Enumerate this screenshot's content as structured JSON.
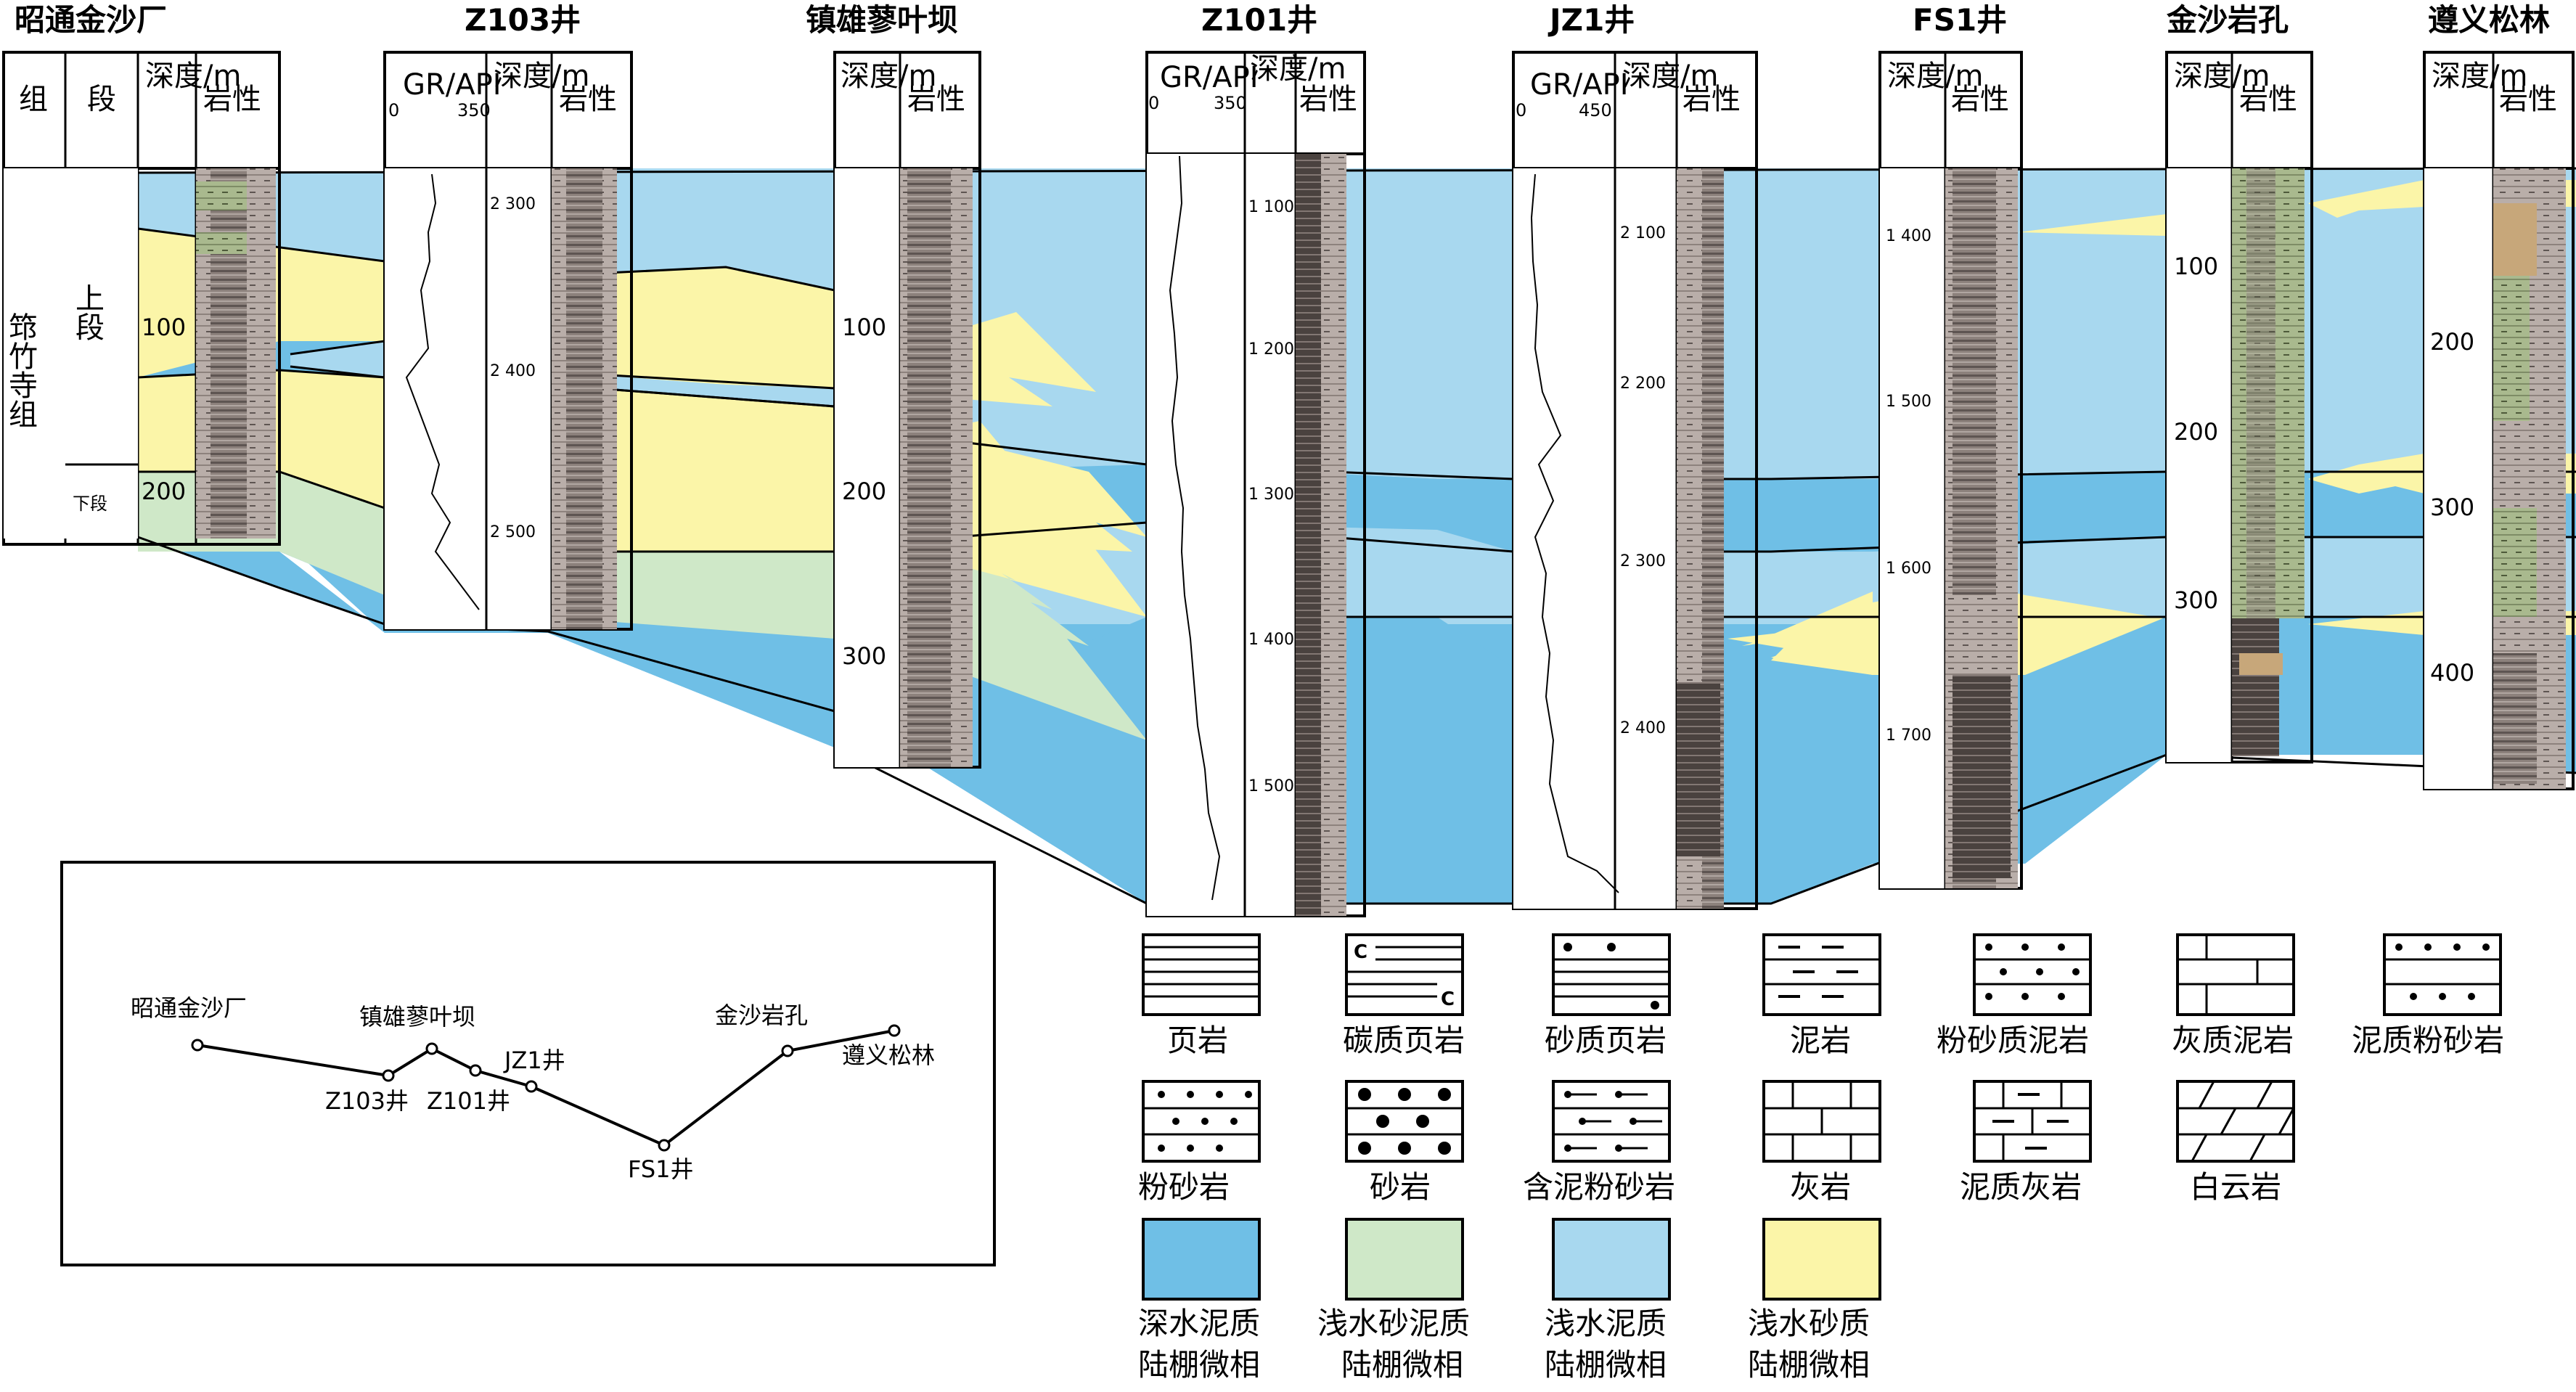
{
  "wells": [
    {
      "id": "w1",
      "title": "昭通金沙厂",
      "headers": [
        "组",
        "段",
        "深度/m",
        "岩性"
      ],
      "depth_ticks": [
        "100",
        "200"
      ],
      "formation": "筇竹寺组",
      "segments": [
        "上段",
        "下段"
      ]
    },
    {
      "id": "w2",
      "title": "Z103井",
      "gr": {
        "label": "GR/API",
        "min": "0",
        "max": "350"
      },
      "headers": [
        "深度/m",
        "岩性"
      ],
      "depth_ticks": [
        "2 300",
        "2 400",
        "2 500"
      ]
    },
    {
      "id": "w3",
      "title": "镇雄蓼叶坝",
      "headers": [
        "深度/m",
        "岩性"
      ],
      "depth_ticks": [
        "100",
        "200",
        "300"
      ]
    },
    {
      "id": "w4",
      "title": "Z101井",
      "gr": {
        "label": "GR/API",
        "min": "0",
        "max": "350"
      },
      "headers": [
        "深度/m",
        "岩性"
      ],
      "depth_ticks": [
        "1 100",
        "1 200",
        "1 300",
        "1 400",
        "1 500"
      ]
    },
    {
      "id": "w5",
      "title": "JZ1井",
      "gr": {
        "label": "GR/API",
        "min": "0",
        "max": "450"
      },
      "headers": [
        "深度/m",
        "岩性"
      ],
      "depth_ticks": [
        "2 100",
        "2 200",
        "2 300",
        "2 400"
      ]
    },
    {
      "id": "w6",
      "title": "FS1井",
      "headers": [
        "深度/m",
        "岩性"
      ],
      "depth_ticks": [
        "1 400",
        "1 500",
        "1 600",
        "1 700"
      ]
    },
    {
      "id": "w7",
      "title": "金沙岩孔",
      "headers": [
        "深度/m",
        "岩性"
      ],
      "depth_ticks": [
        "100",
        "200",
        "300"
      ]
    },
    {
      "id": "w8",
      "title": "遵义松林",
      "headers": [
        "深度/m",
        "岩性"
      ],
      "depth_ticks": [
        "200",
        "300",
        "400"
      ]
    }
  ],
  "location_map": {
    "labels": [
      "昭通金沙厂",
      "镇雄蓼叶坝",
      "Z103井",
      "Z101井",
      "JZ1井",
      "FS1井",
      "金沙岩孔",
      "遵义松林"
    ]
  },
  "legend": {
    "lithology": [
      "页岩",
      "碳质页岩",
      "砂质页岩",
      "泥岩",
      "粉砂质泥岩",
      "灰质泥岩",
      "泥质粉砂岩",
      "粉砂岩",
      "砂岩",
      "含泥粉砂岩",
      "灰岩",
      "泥质灰岩",
      "白云岩"
    ],
    "facies": [
      {
        "line1": "深水泥质",
        "line2": "陆棚微相",
        "color": "#6fbfe6"
      },
      {
        "line1": "浅水砂泥质",
        "line2": "陆棚微相",
        "color": "#cfe8c8"
      },
      {
        "line1": "浅水泥质",
        "line2": "陆棚微相",
        "color": "#a8d8ef"
      },
      {
        "line1": "浅水砂质",
        "line2": "陆棚微相",
        "color": "#fbf5a8"
      }
    ]
  },
  "colors": {
    "deep": "#6fbfe6",
    "shallow_mud": "#a8d8ef",
    "sandmud": "#cfe8c8",
    "sand": "#fbf5a8",
    "log_dark": "#6e6461",
    "log_mid": "#9c918c",
    "log_light": "#c7bdb8"
  }
}
